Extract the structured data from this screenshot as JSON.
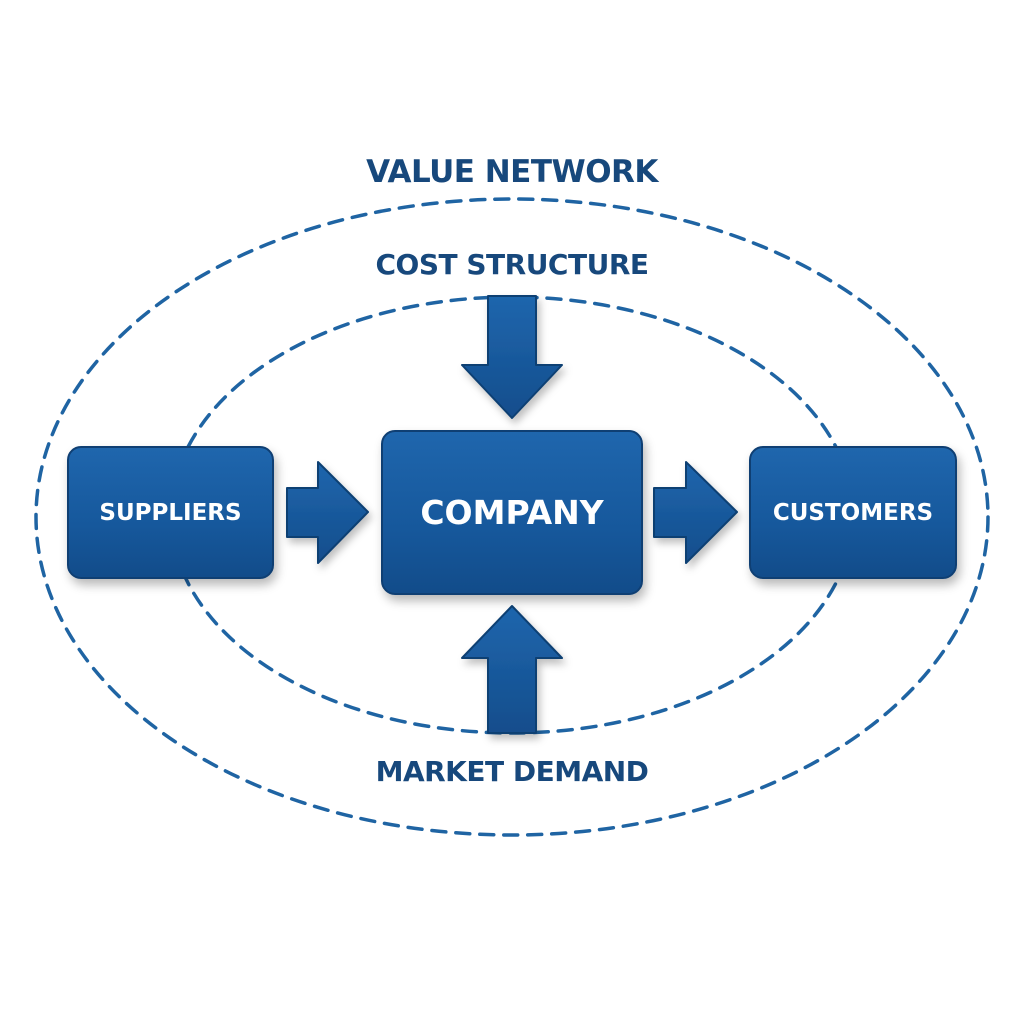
{
  "diagram": {
    "outer_ring_label": "VALUE NETWORK",
    "inner_ring_label": "COST STRUCTURE",
    "bottom_label": "MARKET DEMAND",
    "nodes": {
      "suppliers": "SUPPLIERS",
      "company": "COMPANY",
      "customers": "CUSTOMERS"
    },
    "flows": [
      {
        "from": "suppliers",
        "to": "company",
        "direction": "right"
      },
      {
        "from": "company",
        "to": "customers",
        "direction": "right"
      },
      {
        "from": "cost-structure",
        "to": "company",
        "direction": "down"
      },
      {
        "from": "market-demand",
        "to": "company",
        "direction": "up"
      }
    ],
    "colors": {
      "primary": "#1a5da3",
      "text_dark": "#17487c",
      "dash": "#1f64a3",
      "background": "#ffffff"
    }
  }
}
